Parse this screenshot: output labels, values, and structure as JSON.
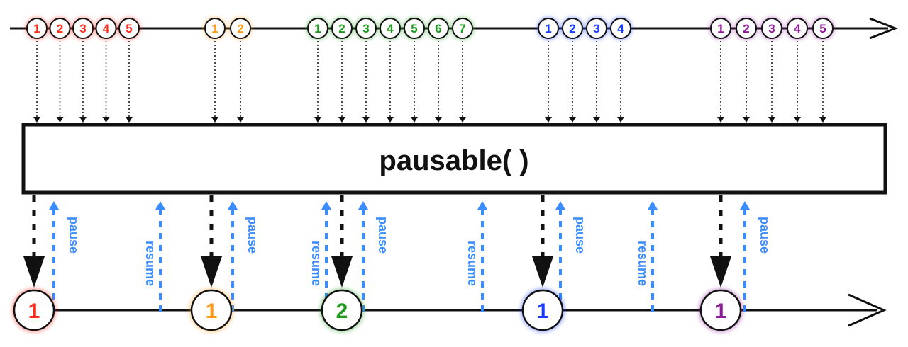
{
  "operator": {
    "label": "pausable( )"
  },
  "controls": {
    "pause_label": "pause",
    "resume_label": "resume"
  },
  "colors": {
    "red": "#ff2a1a",
    "orange": "#ff9a1a",
    "green": "#1c9a1c",
    "blue": "#1a3cff",
    "purple": "#8e1a9a",
    "control": "#3a8cff",
    "line": "#111111"
  },
  "input_groups": [
    {
      "color": "red",
      "items": [
        "1",
        "2",
        "3",
        "4",
        "5"
      ]
    },
    {
      "color": "orange",
      "items": [
        "1",
        "2"
      ]
    },
    {
      "color": "green",
      "items": [
        "1",
        "2",
        "3",
        "4",
        "5",
        "6",
        "7"
      ]
    },
    {
      "color": "blue",
      "items": [
        "1",
        "2",
        "3",
        "4"
      ]
    },
    {
      "color": "purple",
      "items": [
        "1",
        "2",
        "3",
        "4",
        "5"
      ]
    }
  ],
  "output_items": [
    {
      "color": "red",
      "label": "1"
    },
    {
      "color": "orange",
      "label": "1"
    },
    {
      "color": "green",
      "label": "2"
    },
    {
      "color": "blue",
      "label": "1"
    },
    {
      "color": "purple",
      "label": "1"
    }
  ],
  "control_events": [
    {
      "type": "pause"
    },
    {
      "type": "resume"
    },
    {
      "type": "pause"
    },
    {
      "type": "resume"
    },
    {
      "type": "pause"
    },
    {
      "type": "resume"
    },
    {
      "type": "pause"
    },
    {
      "type": "resume"
    },
    {
      "type": "pause"
    }
  ]
}
